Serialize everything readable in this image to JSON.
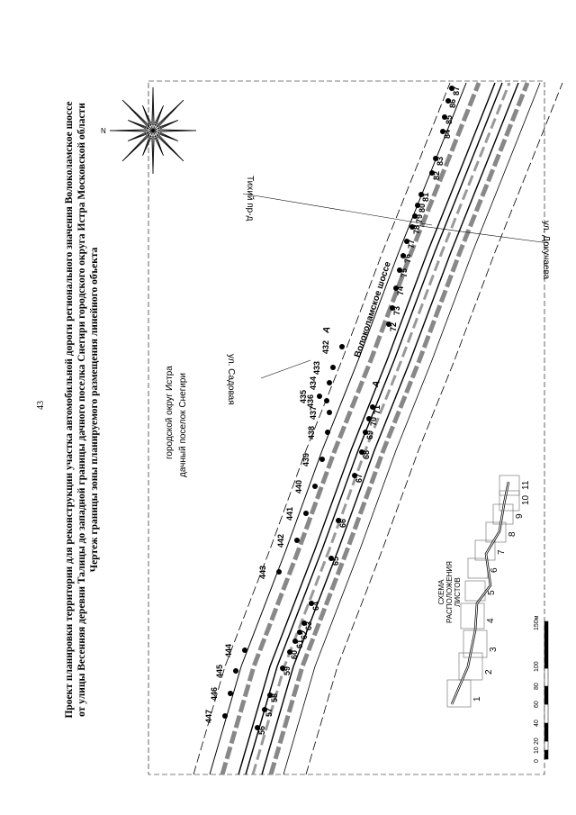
{
  "page_number": "43",
  "title_lines": [
    "Проект планировки территории для реконструкции участка автомобильной дороги регионального значения Волоколамское шоссе",
    "от улицы Весенняя деревни Талицы до западной границы дачного поселка Снегири городского округа Истра Московской области",
    "Чертеж границы зоны планируемого размещения линейного объекта"
  ],
  "compass_letter": "N",
  "map": {
    "district_line1": "городской округ Истра",
    "district_line2": "дачный поселок Снегири",
    "road_name": "Волоколамское шоссе",
    "section_mark": "А",
    "streets": [
      "ул. Садовая",
      "Тихий пр-д",
      "ул. Докучаева"
    ],
    "points_upper": [
      "447",
      "446",
      "445",
      "444",
      "443",
      "442",
      "441",
      "440",
      "439",
      "438",
      "437",
      "436",
      "435",
      "434",
      "433",
      "432"
    ],
    "points_lower": [
      "56",
      "57",
      "58",
      "59",
      "60",
      "61",
      "62",
      "63",
      "64",
      "65",
      "66",
      "67",
      "68",
      "69",
      "70",
      "71",
      "72",
      "73",
      "74",
      "75",
      "76",
      "77",
      "78",
      "79",
      "80",
      "81",
      "82",
      "83",
      "84",
      "85",
      "86",
      "87"
    ]
  },
  "schema": {
    "title_line1": "СХЕМА",
    "title_line2": "РАСПОЛОЖЕНИЯ",
    "title_line3": "ЛИСТОВ",
    "sheets": [
      "1",
      "2",
      "3",
      "4",
      "5",
      "6",
      "7",
      "8",
      "9",
      "10",
      "11"
    ]
  },
  "scale": {
    "ticks": [
      "0",
      "10",
      "20",
      "40",
      "60",
      "80",
      "100",
      "150м"
    ]
  }
}
